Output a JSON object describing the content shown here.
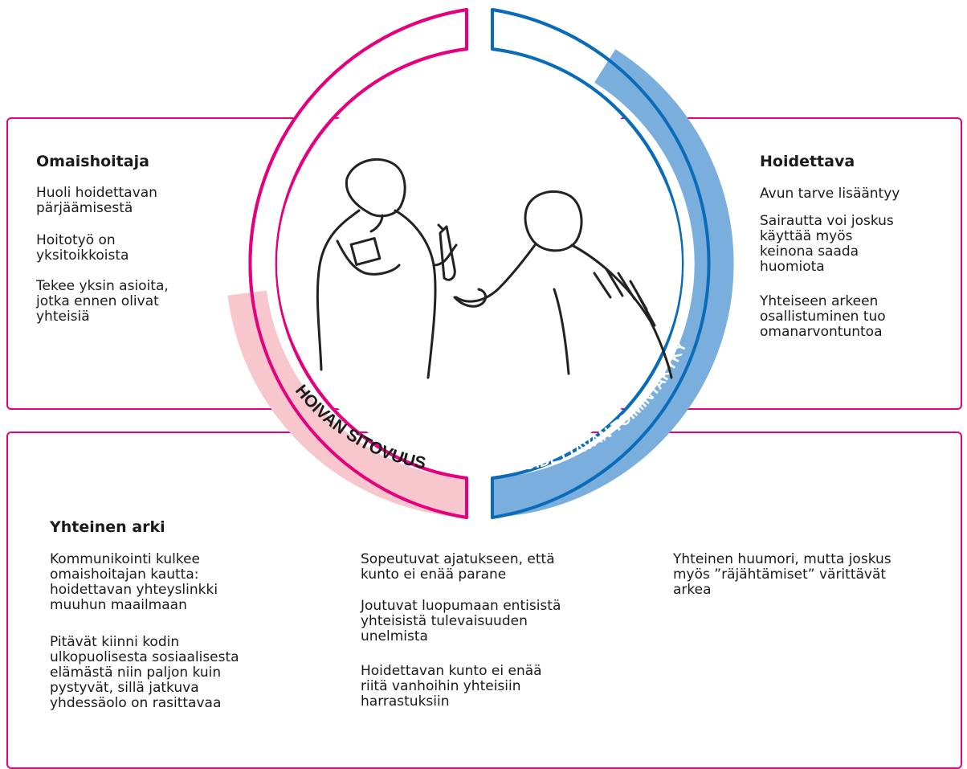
{
  "left_box": {
    "heading": "Omaishoitaja",
    "items": [
      "Huoli hoidettavan\npärjäämisestä",
      "Hoitotyö on\nyksitoikkoista",
      "Tekee yksin asioita,\njotka ennen olivat\nyhteisiä"
    ]
  },
  "right_box": {
    "heading": "Hoidettava",
    "items": [
      "Avun tarve lisääntyy",
      "Sairautta voi joskus\nkäyttää myös\nkeinona saada\nhuomiota",
      "Yhteiseen arkeen\nosallistuminen tuo\nomanarvontuntoa"
    ]
  },
  "bottom_box": {
    "heading": "Yhteinen arki",
    "col1": [
      "Kommunikointi kulkee\nomaishoitajan kautta:\nhoidettavan yhteyslinkki\nmuuhun maailmaan",
      "Pitävät kiinni kodin\nulkopuolisesta sosiaalisesta\nelämästä niin paljon kuin\npystyvät, sillä jatkuva\nyhdessäolo on rasittavaa"
    ],
    "col2": [
      "Sopeutuvat ajatukseen, että\nkunto ei enää parane",
      "Joutuvat luopumaan entisistä\nyhteisistä tulevaisuuden\nunelmista",
      "Hoidettavan kunto ei enää\nriitä vanhoihin yhteisiin\nharrastuksiin"
    ],
    "col3": [
      "Yhteinen huumori, mutta joskus\nmyös ”räjähtämiset” värittävät\narkea"
    ]
  },
  "gauges": {
    "left_label": "HOIVAN SITOVUUS",
    "right_label": "HOIDETTAVAN TOIMINTAKYKY",
    "left_level": 0.46,
    "right_level": 0.82
  },
  "colors": {
    "magenta": "#e5007e",
    "pink_fill": "#f7c7cd",
    "blue": "#0a6cb8",
    "blue_fill": "#7aaedd"
  },
  "illustration": "two-people-handing-object-sketch"
}
